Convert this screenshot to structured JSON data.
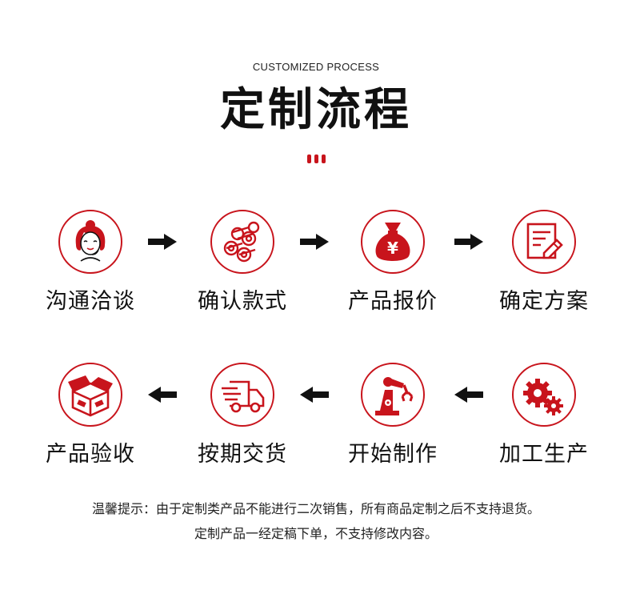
{
  "header": {
    "subtitle": "CUSTOMIZED PROCESS",
    "title": "定制流程"
  },
  "accent_color": "#c8141c",
  "steps_row1": [
    {
      "label": "沟通洽谈",
      "icon": "customer-service-icon"
    },
    {
      "label": "确认款式",
      "icon": "material-rolls-icon"
    },
    {
      "label": "产品报价",
      "icon": "money-bag-icon"
    },
    {
      "label": "确定方案",
      "icon": "document-edit-icon"
    }
  ],
  "steps_row2": [
    {
      "label": "产品验收",
      "icon": "package-box-icon"
    },
    {
      "label": "按期交货",
      "icon": "delivery-truck-icon"
    },
    {
      "label": "开始制作",
      "icon": "robot-arm-icon"
    },
    {
      "label": "加工生产",
      "icon": "gears-icon"
    }
  ],
  "notice": {
    "line1": "温馨提示：由于定制类产品不能进行二次销售，所有商品定制之后不支持退货。",
    "line2": "定制产品一经定稿下单，不支持修改内容。"
  }
}
